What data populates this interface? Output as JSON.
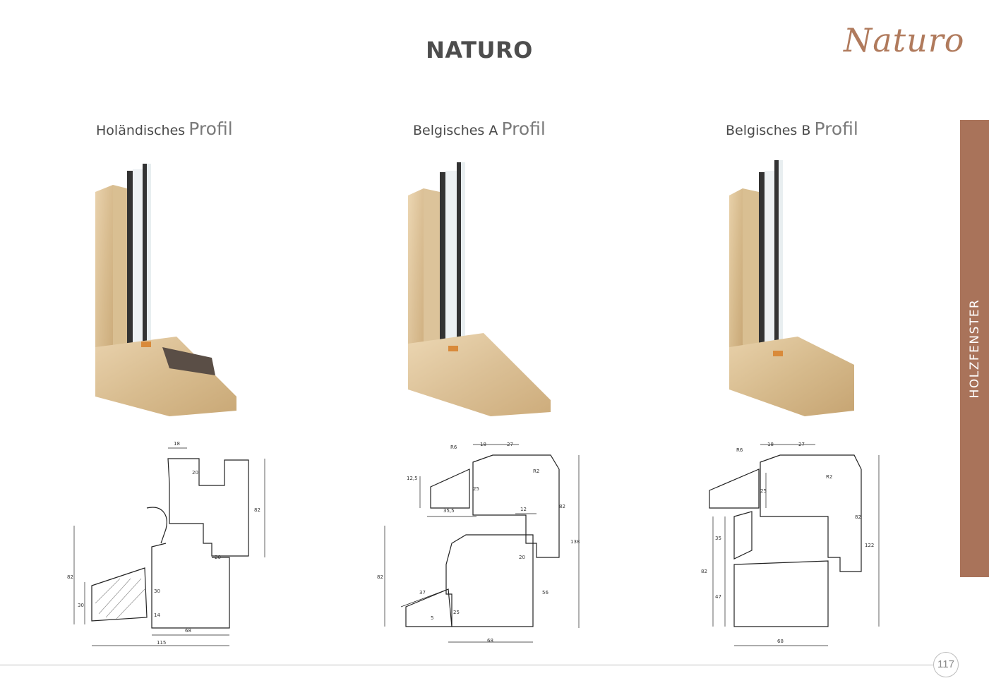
{
  "page": {
    "title": "NATURO",
    "logo_text": "Naturo",
    "side_tab": "HOLZFENSTER",
    "page_number": "117",
    "accent_color": "#a9735a"
  },
  "profiles": [
    {
      "name": "Holändisches",
      "word": "Profil",
      "dims": {
        "d1": "18",
        "d2": "20",
        "d3": "82",
        "d4": "20",
        "d5": "82",
        "d6": "30",
        "d7": "30",
        "d8": "14",
        "d9": "68",
        "d10": "115"
      }
    },
    {
      "name": "Belgisches A",
      "word": "Profil",
      "dims": {
        "d1": "R6",
        "d2": "18",
        "d3": "27",
        "d4": "R2",
        "d5": "12,5",
        "d6": "25",
        "d7": "35,5",
        "d8": "82",
        "d9": "138",
        "d10": "12",
        "d11": "82",
        "d12": "20",
        "d13": "56",
        "d14": "37",
        "d15": "25",
        "d16": "5",
        "d17": "68"
      }
    },
    {
      "name": "Belgisches B",
      "word": "Profil",
      "dims": {
        "d1": "R6",
        "d2": "18",
        "d3": "27",
        "d4": "R2",
        "d5": "25",
        "d6": "82",
        "d7": "122",
        "d8": "35",
        "d9": "82",
        "d10": "47",
        "d11": "68"
      }
    }
  ]
}
